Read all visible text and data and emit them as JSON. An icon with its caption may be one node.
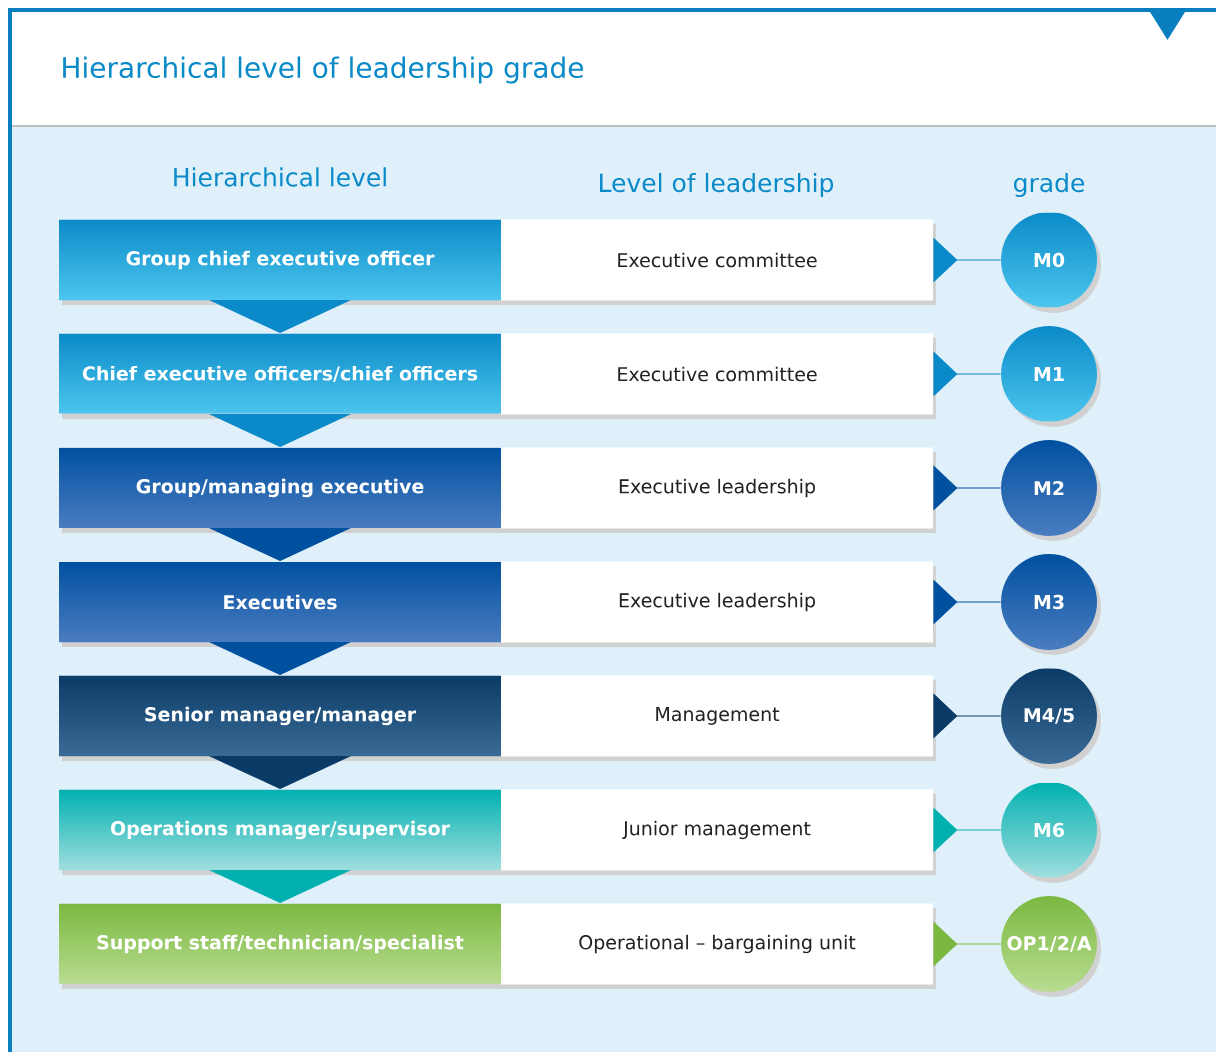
{
  "diagram": {
    "title": "Hierarchical level of leadership grade",
    "nodes": [
      {
        "text": [
          "Group chief executive officer"
        ]
      },
      {
        "text": [
          "Executive committee"
        ]
      },
      {
        "text": [
          "M0"
        ]
      },
      {
        "text": [
          "Chief executive officers/chief officers"
        ]
      },
      {
        "text": [
          "Executive committee"
        ]
      },
      {
        "text": [
          "M1"
        ]
      },
      {
        "text": [
          "Group/managing executive"
        ]
      },
      {
        "text": [
          "Executive leadership"
        ]
      },
      {
        "text": [
          "M2"
        ]
      },
      {
        "text": [
          "Executives"
        ]
      },
      {
        "text": [
          "Executive leadership"
        ]
      },
      {
        "text": [
          "M3"
        ]
      },
      {
        "text": [
          "Senior manager/manager"
        ]
      },
      {
        "text": [
          "Management"
        ]
      },
      {
        "text": [
          "M4/5"
        ]
      },
      {
        "text": [
          "Operations manager/supervisor"
        ]
      },
      {
        "text": [
          "Junior management"
        ]
      },
      {
        "text": [
          "M6"
        ]
      },
      {
        "text": [
          "Support staff/technician/specialist"
        ]
      },
      {
        "text": [
          "Operational – bargaining unit"
        ]
      },
      {
        "text": [
          "OP1/2/A"
        ]
      }
    ],
    "edges": [
      {
        "from": 0,
        "to": 3,
        "arrow": "to",
        "color": "#0a8ac8"
      },
      {
        "from": 3,
        "to": 6,
        "arrow": "to",
        "color": "#0a8ac8"
      },
      {
        "from": 6,
        "to": 9,
        "arrow": "to",
        "color": "#0050a0"
      },
      {
        "from": 9,
        "to": 12,
        "arrow": "to",
        "color": "#0050a0"
      },
      {
        "from": 12,
        "to": 15,
        "arrow": "to",
        "color": "#0a3a66"
      },
      {
        "from": 15,
        "to": 18,
        "arrow": "to",
        "color": "#00b0b0"
      },
      {
        "from": 1,
        "to": 2,
        "arrow": "to",
        "color": "#0a8ac8"
      },
      {
        "from": 4,
        "to": 5,
        "arrow": "to",
        "color": "#0a8ac8"
      },
      {
        "from": 7,
        "to": 8,
        "arrow": "to",
        "color": "#0050a0"
      },
      {
        "from": 10,
        "to": 11,
        "arrow": "to",
        "color": "#0050a0"
      },
      {
        "from": 13,
        "to": 14,
        "arrow": "to",
        "color": "#0a3a66"
      },
      {
        "from": 16,
        "to": 17,
        "arrow": "to",
        "color": "#00b0b0"
      },
      {
        "from": 19,
        "to": 20,
        "arrow": "to",
        "color": "#7ab840"
      }
    ],
    "labels": [
      "Hierarchical level",
      "Level of leadership",
      "grade"
    ]
  }
}
